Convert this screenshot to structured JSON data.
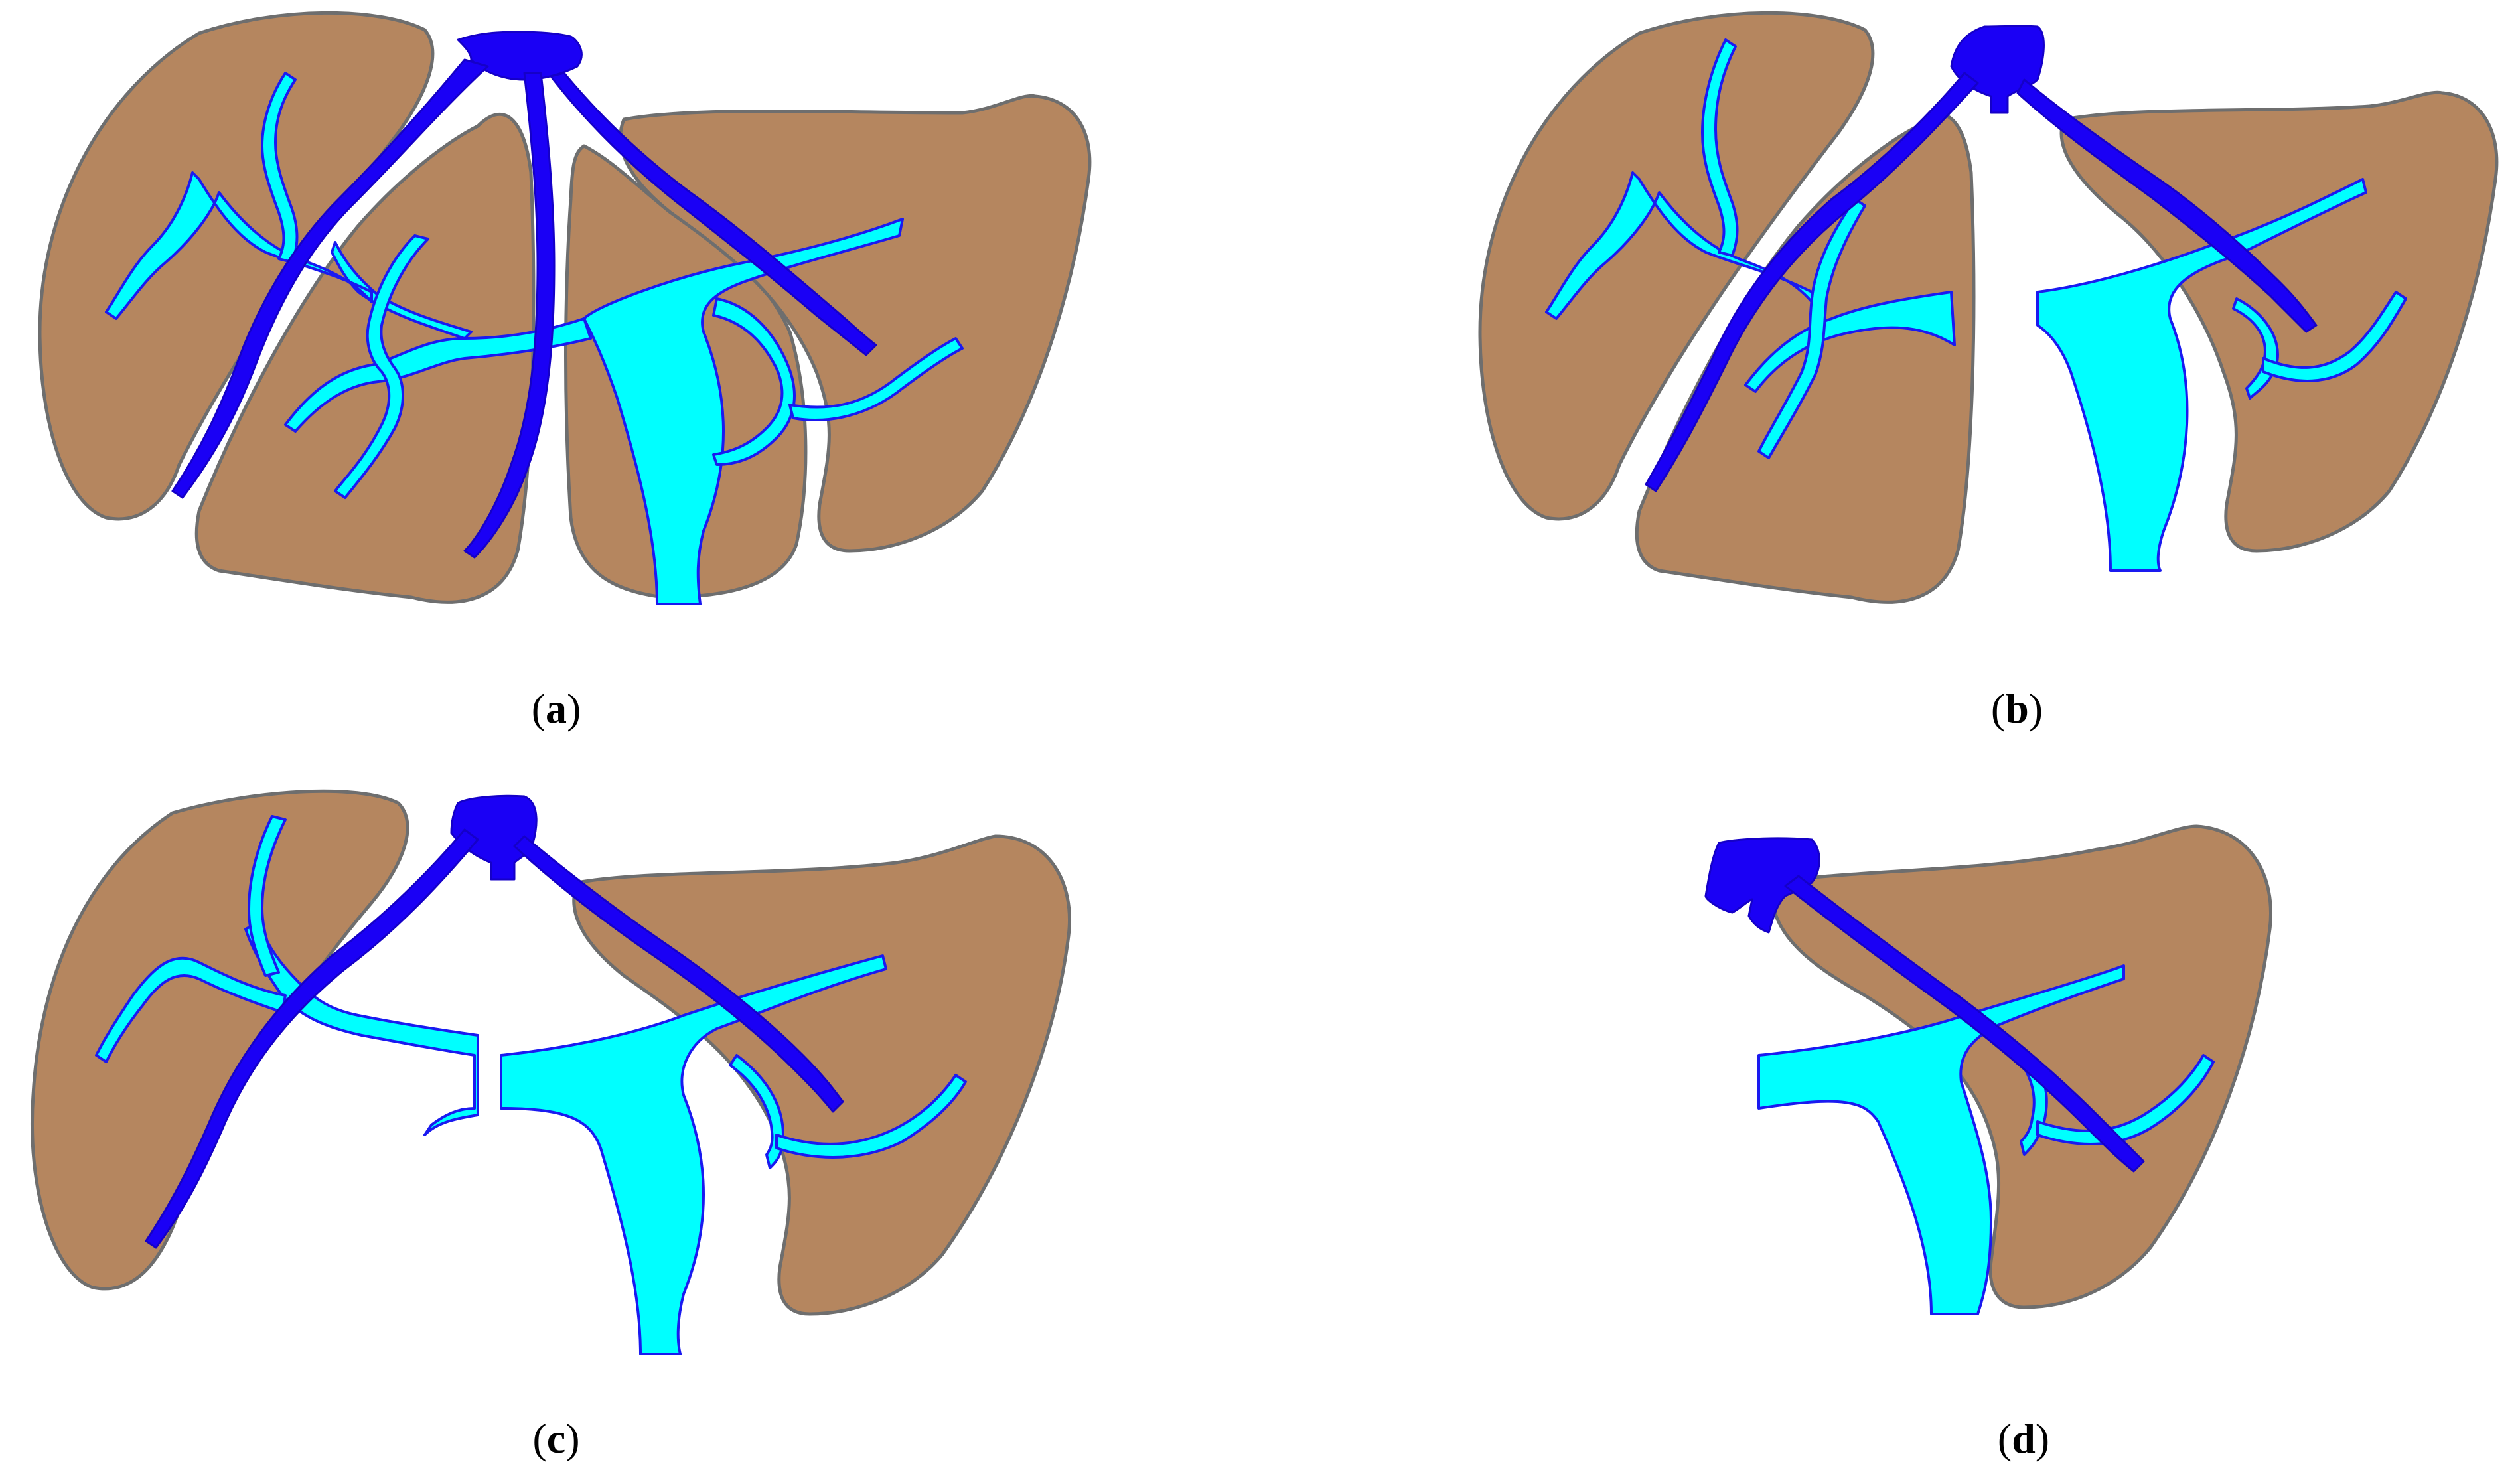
{
  "colors": {
    "liver_fill": "#B5865F",
    "liver_stroke": "#6E6E6E",
    "portal_fill": "#00FFFF",
    "portal_stroke": "#1A1AF0",
    "hepatic_fill": "#1A00F5",
    "hepatic_stroke": "#1500C8"
  },
  "panels": [
    {
      "id": "a",
      "caption_letter": "a",
      "caption_open": "(",
      "caption_close": ")"
    },
    {
      "id": "b",
      "caption_letter": "b",
      "caption_open": "(",
      "caption_close": ")"
    },
    {
      "id": "c",
      "caption_letter": "c",
      "caption_open": "(",
      "caption_close": ")"
    },
    {
      "id": "d",
      "caption_letter": "d",
      "caption_open": "(",
      "caption_close": ")"
    }
  ]
}
